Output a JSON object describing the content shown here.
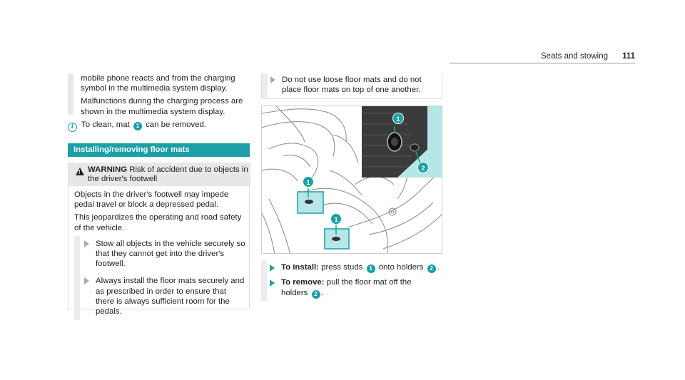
{
  "header": {
    "section": "Seats and stowing",
    "page_number": "111"
  },
  "left": {
    "continued_para_1": "mobile phone reacts and from the charging symbol in the multimedia system display.",
    "continued_para_2": "Malfunctions during the charging process are shown in the multimedia system display.",
    "info_prefix": "To clean, mat",
    "info_badge": "1",
    "info_suffix": "can be removed.",
    "section_heading": "Installing/removing floor mats",
    "warning": {
      "title_bold": "WARNING",
      "title_rest": "Risk of accident due to objects in the driver's footwell",
      "body_1": "Objects in the driver's footwell may impede pedal travel or block a depressed pedal.",
      "body_2": "This jeopardizes the operating and road safety of the vehicle.",
      "step_1": "Stow all objects in the vehicle securely so that they cannot get into the driver's footwell.",
      "step_2": "Always install the floor mats securely and as prescribed in order to ensure that there is always sufficient room for the pedals."
    }
  },
  "right": {
    "note": "Do not use loose floor mats and do not place floor mats on top of one another.",
    "figure_labels": {
      "stud": "1",
      "holder": "2"
    },
    "install_bold": "To install:",
    "install_text_a": "press studs",
    "install_badge_1": "1",
    "install_text_b": "onto holders",
    "install_badge_2": "2",
    "install_end": ".",
    "remove_bold": "To remove:",
    "remove_text": "pull the floor mat off the holders",
    "remove_badge": "2",
    "remove_end": "."
  },
  "colors": {
    "accent": "#1aa0a6",
    "panel": "#e6e7e9",
    "figure_highlight": "#b7e6e8"
  },
  "icons": [
    "info-icon",
    "warning-icon",
    "step-arrow-icon"
  ]
}
